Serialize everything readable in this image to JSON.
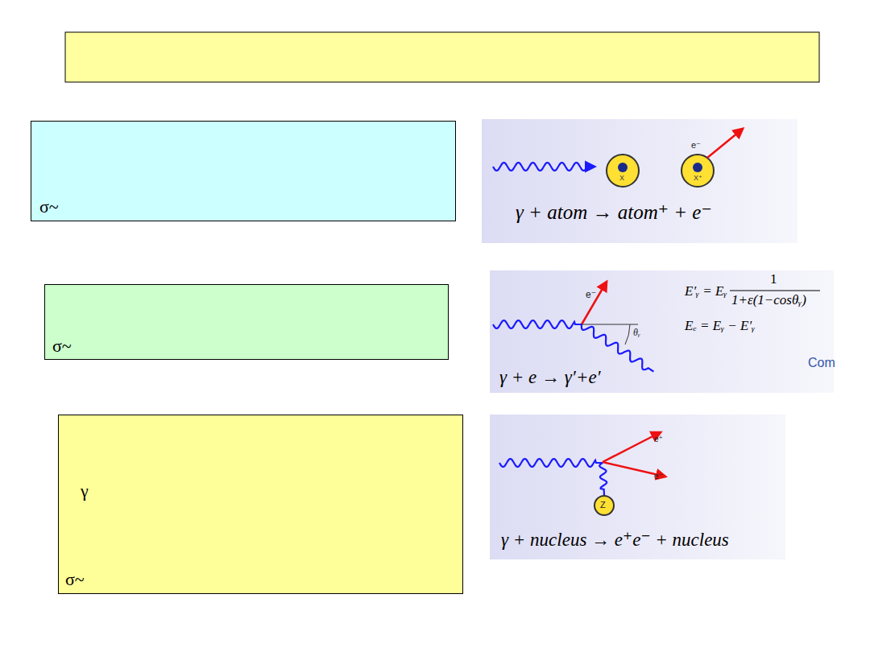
{
  "diagram": {
    "nodes": [
      {
        "text": [
          "σ~"
        ]
      },
      {
        "text": [
          "σ~"
        ]
      },
      {
        "text": [
          "γ",
          "σ~"
        ]
      }
    ],
    "labels": [
      "e⁻",
      "X",
      "X⁺",
      "γ + atom → atom⁺ + e⁻",
      "e⁻",
      "θᵧ",
      "E′ᵧ = Eᵧ",
      "1",
      "1+ε(1−cosθᵧ)",
      "Eₑ = Eᵧ − E′ᵧ",
      "Com",
      "γ + e → γ′+e′",
      "e⁺",
      "e⁻",
      "Z",
      "γ + nucleus → e⁺e⁻ + nucleus"
    ]
  }
}
